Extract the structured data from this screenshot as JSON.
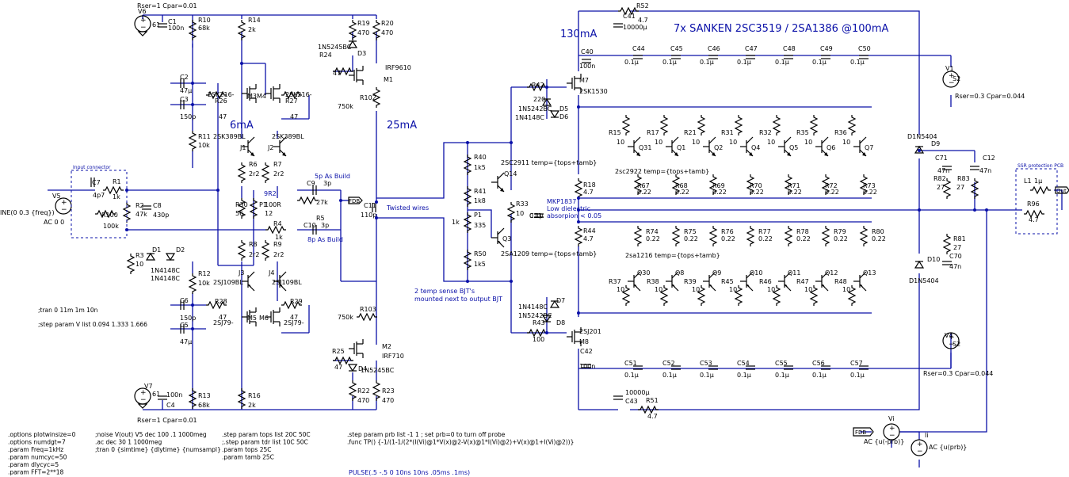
{
  "title_output": "7x SANKEN 2SC3519 / 2SA1386 @100mA",
  "currents": {
    "i130": "130mA",
    "i25": "25mA",
    "i6": "6mA"
  },
  "notes": {
    "twisted": "Twisted wires",
    "mkp": "MKP1837",
    "low_diel": "Low dielectric",
    "absorption": "absorpion < 0.05",
    "bjt1": "2 temp sense BJT's",
    "bjt2": "mounted next to output BJT",
    "c9note": "5p As Build",
    "c10note": "8p As Build",
    "input_conn": "Input connector",
    "ssr": "SSR protection PCB"
  },
  "sources": {
    "rser_top": "Rser=1 Cpar=0.01",
    "rser_bot": "Rser=1 Cpar=0.01",
    "rser_v1": "Rser=0.3 Cpar=0.044",
    "rser_v4": "Rser=0.3 Cpar=0.044",
    "v5_wave": "INE(0 0.3 {freq})",
    "v5_ac": "AC 0 0",
    "v6": "61",
    "v7": "61",
    "v1": "S2",
    "v4": "S2",
    "vi_ac": "AC {u(-prb)}",
    "ii_ac": "AC {u(prb)}"
  },
  "directives_left": [
    ";tran 0 11m 1m 10n",
    ";step param V list 0.094 1.333 1.666"
  ],
  "directives_bottom": [
    [
      ".options plotwinsize=0",
      ".options numdgt=7",
      ".param Freq=1kHz",
      ".param numcyc=50",
      ".param dlycyc=5",
      ".param FFT=2**18"
    ],
    [
      ";noise V(out) V5 dec 100 .1 1000meg",
      ".ac dec 30 1 1000meg",
      ";tran 0 {simtime} {dlytime} {numsampl}"
    ],
    [
      ".step param tops list 20C 50C",
      ";.step param tdr list 10C 50C",
      ".param tops 25C",
      ".param tamb 25C"
    ],
    [
      ".step param prb list -1 1 ; set prb=0 to turn off probe",
      ".func TP() {-1/(1-1/(2*(I(Vi)@1*V(x)@2-V(x)@1*I(Vi)@2)+V(x)@1+I(Vi)@2))}"
    ]
  ],
  "pulse": "PULSE(.5 -.5 0 10ns 10ns .05ms .1ms)",
  "labels": {
    "fdb1": "FDB",
    "fdb2": "FDB",
    "out": "Out",
    "temp_q14": "2SC2911 temp={tops+tamb}",
    "temp_q3": "2SA1209 temp={tops+tamb}",
    "temp_npn": "2sc2922 temp={tops+tamb}",
    "temp_pnp": "2sa1216 temp={tops+tamb}"
  },
  "parts": [
    {
      "ref": "R10",
      "val": "68k"
    },
    {
      "ref": "C1",
      "val": "100n"
    },
    {
      "ref": "R14",
      "val": "2k"
    },
    {
      "ref": "R19",
      "val": "470"
    },
    {
      "ref": "R20",
      "val": "470"
    },
    {
      "ref": "D3",
      "val": "1N5245BC"
    },
    {
      "ref": "R24",
      "val": "47"
    },
    {
      "ref": "M1",
      "val": "IRF9610"
    },
    {
      "ref": "R102",
      "val": "750k"
    },
    {
      "ref": "C2",
      "val": "47µ"
    },
    {
      "ref": "C3",
      "val": "150p"
    },
    {
      "ref": "R26",
      "val": "47"
    },
    {
      "ref": "R27",
      "val": "47"
    },
    {
      "ref": "M3",
      "val": "2SK216-"
    },
    {
      "ref": "M4",
      "val": "2SK216-"
    },
    {
      "ref": "R11",
      "val": "10k"
    },
    {
      "ref": "J1",
      "val": "2SK389BL"
    },
    {
      "ref": "J2",
      "val": "2SK389BL"
    },
    {
      "ref": "R6",
      "val": "2r2"
    },
    {
      "ref": "R7",
      "val": "2r2"
    },
    {
      "ref": "R30",
      "val": "56"
    },
    {
      "ref": "P1",
      "val": "100R"
    },
    {
      "ref": "R5",
      "val": "27k"
    },
    {
      "ref": "R4",
      "val": "1k"
    },
    {
      "ref": "C9",
      "val": "3p"
    },
    {
      "ref": "C10",
      "val": "3p"
    },
    {
      "ref": "C11",
      "val": "110p"
    },
    {
      "ref": "R8",
      "val": "2r2"
    },
    {
      "ref": "R9",
      "val": "2r2"
    },
    {
      "ref": "J3",
      "val": "2SJ109BL"
    },
    {
      "ref": "J4",
      "val": "2SJ109BL"
    },
    {
      "ref": "R12",
      "val": "10k"
    },
    {
      "ref": "C6",
      "val": "150p"
    },
    {
      "ref": "C5",
      "val": "47µ"
    },
    {
      "ref": "R28",
      "val": "47"
    },
    {
      "ref": "R29",
      "val": "47"
    },
    {
      "ref": "M5",
      "val": "2SJ79-"
    },
    {
      "ref": "M6",
      "val": "2SJ79-"
    },
    {
      "ref": "R103",
      "val": "750k"
    },
    {
      "ref": "M2",
      "val": "IRF710"
    },
    {
      "ref": "R25",
      "val": "47"
    },
    {
      "ref": "D4",
      "val": "1N5245BC"
    },
    {
      "ref": "R22",
      "val": "470"
    },
    {
      "ref": "R23",
      "val": "470"
    },
    {
      "ref": "R13",
      "val": "68k"
    },
    {
      "ref": "C4",
      "val": "100n"
    },
    {
      "ref": "R16",
      "val": "2k"
    },
    {
      "ref": "C7",
      "val": "4p7"
    },
    {
      "ref": "R1",
      "val": "1k"
    },
    {
      "ref": "R2",
      "val": "47k"
    },
    {
      "ref": "C8",
      "val": "430p"
    },
    {
      "ref": "R100",
      "val": "100k"
    },
    {
      "ref": "R3",
      "val": "10"
    },
    {
      "ref": "D1",
      "val": "1N4148C"
    },
    {
      "ref": "D2",
      "val": "1N4148C"
    },
    {
      "ref": "R40",
      "val": "1k5"
    },
    {
      "ref": "R41",
      "val": "1k8"
    },
    {
      "ref": "P1b",
      "val": "335"
    },
    {
      "ref": "R50",
      "val": "1k5"
    },
    {
      "ref": "R33",
      "val": "10"
    },
    {
      "ref": "C13",
      "val": "0.1µ"
    },
    {
      "ref": "Q14",
      "val": ""
    },
    {
      "ref": "Q3",
      "val": ""
    },
    {
      "ref": "R42",
      "val": "220"
    },
    {
      "ref": "D5",
      "val": "1N5242BC"
    },
    {
      "ref": "D6",
      "val": "1N4148C"
    },
    {
      "ref": "M7",
      "val": "2SK1530"
    },
    {
      "ref": "C40",
      "val": "100n"
    },
    {
      "ref": "R18",
      "val": "4.7"
    },
    {
      "ref": "R44",
      "val": "4.7"
    },
    {
      "ref": "D7",
      "val": "1N4148C"
    },
    {
      "ref": "D8",
      "val": "1N5242BC"
    },
    {
      "ref": "R43",
      "val": "100"
    },
    {
      "ref": "M8",
      "val": "2SJ201"
    },
    {
      "ref": "C42",
      "val": "100n"
    },
    {
      "ref": "R52",
      "val": "4.7"
    },
    {
      "ref": "C41",
      "val": "10000µ"
    },
    {
      "ref": "R51",
      "val": "4.7"
    },
    {
      "ref": "C43",
      "val": "10000µ"
    },
    {
      "ref": "D9",
      "val": "D1N5404"
    },
    {
      "ref": "D10",
      "val": "D1N5404"
    },
    {
      "ref": "C71",
      "val": "47n"
    },
    {
      "ref": "C12",
      "val": "47n"
    },
    {
      "ref": "R82",
      "val": "27"
    },
    {
      "ref": "R83",
      "val": "27"
    },
    {
      "ref": "R81",
      "val": "27"
    },
    {
      "ref": "C70",
      "val": "47n"
    },
    {
      "ref": "L1",
      "val": "1µ"
    },
    {
      "ref": "R96",
      "val": "4.7"
    }
  ],
  "top_caps": [
    {
      "ref": "C44",
      "val": "0.1µ"
    },
    {
      "ref": "C45",
      "val": "0.1µ"
    },
    {
      "ref": "C46",
      "val": "0.1µ"
    },
    {
      "ref": "C47",
      "val": "0.1µ"
    },
    {
      "ref": "C48",
      "val": "0.1µ"
    },
    {
      "ref": "C49",
      "val": "0.1µ"
    },
    {
      "ref": "C50",
      "val": "0.1µ"
    }
  ],
  "bot_caps": [
    {
      "ref": "C51",
      "val": "0.1µ"
    },
    {
      "ref": "C52",
      "val": "0.1µ"
    },
    {
      "ref": "C53",
      "val": "0.1µ"
    },
    {
      "ref": "C54",
      "val": "0.1µ"
    },
    {
      "ref": "C55",
      "val": "0.1µ"
    },
    {
      "ref": "C56",
      "val": "0.1µ"
    },
    {
      "ref": "C57",
      "val": "0.1µ"
    }
  ],
  "npn_stages": [
    {
      "rb": "R15",
      "q": "Q31",
      "re": "R67"
    },
    {
      "rb": "R17",
      "q": "Q1",
      "re": "R68"
    },
    {
      "rb": "R21",
      "q": "Q2",
      "re": "R69"
    },
    {
      "rb": "R31",
      "q": "Q4",
      "re": "R70"
    },
    {
      "rb": "R32",
      "q": "Q5",
      "re": "R71"
    },
    {
      "rb": "R35",
      "q": "Q6",
      "re": "R72"
    },
    {
      "rb": "R36",
      "q": "Q7",
      "re": "R73"
    }
  ],
  "pnp_stages": [
    {
      "rb": "R37",
      "q": "Q30",
      "re": "R74"
    },
    {
      "rb": "R38",
      "q": "Q8",
      "re": "R75"
    },
    {
      "rb": "R39",
      "q": "Q9",
      "re": "R76"
    },
    {
      "rb": "R45",
      "q": "Q10",
      "re": "R77"
    },
    {
      "rb": "R46",
      "q": "Q11",
      "re": "R78"
    },
    {
      "rb": "R47",
      "q": "Q12",
      "re": "R79"
    },
    {
      "rb": "R48",
      "q": "Q13",
      "re": "R80"
    }
  ],
  "stage_rb_val": "10",
  "stage_re_val": "0.22",
  "colors": {
    "wire": "#0a10a8",
    "component": "#000000",
    "background": "#ffffff"
  }
}
